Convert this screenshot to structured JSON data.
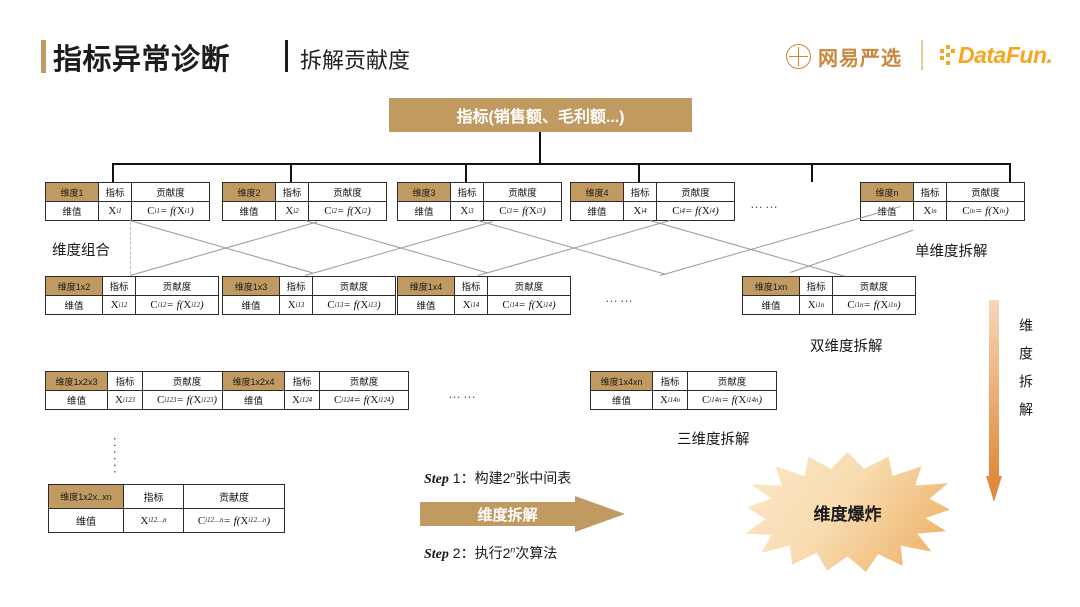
{
  "header": {
    "title": "指标异常诊断",
    "subtitle": "拆解贡献度",
    "netease_logo_text": "网易严选",
    "datafun_logo_text": "DataFun."
  },
  "root": {
    "label": "指标(销售额、毛利额...)"
  },
  "table_headers": {
    "metric": "指标",
    "contribution": "贡献度",
    "value_row": "维值"
  },
  "labels": {
    "dimension_combination": "维度组合",
    "single_dim_split": "单维度拆解",
    "double_dim_split": "双维度拆解",
    "triple_dim_split": "三维度拆解",
    "vertical_arrow": "维度拆解",
    "step_arrow": "维度拆解",
    "step1": "构建2",
    "step1_sup": "n",
    "step1_tail": "张中间表",
    "step2": "执行2",
    "step2_sup": "n",
    "step2_tail": "次算法",
    "step1_prefix": "Step",
    "step1_num": "1：",
    "step2_prefix": "Step",
    "step2_num": "2：",
    "explosion": "维度爆炸",
    "ellipsis": "……",
    "vertical_dots": "⋮"
  },
  "level1": [
    {
      "dim": "维度1",
      "x_sup": "1",
      "c_sup": "1"
    },
    {
      "dim": "维度2",
      "x_sup": "2",
      "c_sup": "2"
    },
    {
      "dim": "维度3",
      "x_sup": "3",
      "c_sup": "3"
    },
    {
      "dim": "维度4",
      "x_sup": "4",
      "c_sup": "4"
    },
    {
      "dim": "维度n",
      "x_sup": "n",
      "c_sup": "n"
    }
  ],
  "level2": [
    {
      "dim": "维度1x2",
      "x_sup": "12",
      "c_sup": "12"
    },
    {
      "dim": "维度1x3",
      "x_sup": "13",
      "c_sup": "13"
    },
    {
      "dim": "维度1x4",
      "x_sup": "14",
      "c_sup": "14"
    },
    {
      "dim": "维度1xn",
      "x_sup": "1n",
      "c_sup": "1n"
    }
  ],
  "level3": [
    {
      "dim": "维度1x2x3",
      "x_sup": "123",
      "c_sup": "123"
    },
    {
      "dim": "维度1x2x4",
      "x_sup": "124",
      "c_sup": "124"
    },
    {
      "dim": "维度1x4xn",
      "x_sup": "14n",
      "c_sup": "14n"
    }
  ],
  "leveln": [
    {
      "dim": "维度1x2x..xn",
      "x_sup": "12…n",
      "c_sup": "12…n"
    }
  ],
  "colors": {
    "accent_tan": "#c19a62",
    "orange": "#e08a3c",
    "datafun_orange": "#f5a623",
    "netease_brown": "#c9873f"
  }
}
